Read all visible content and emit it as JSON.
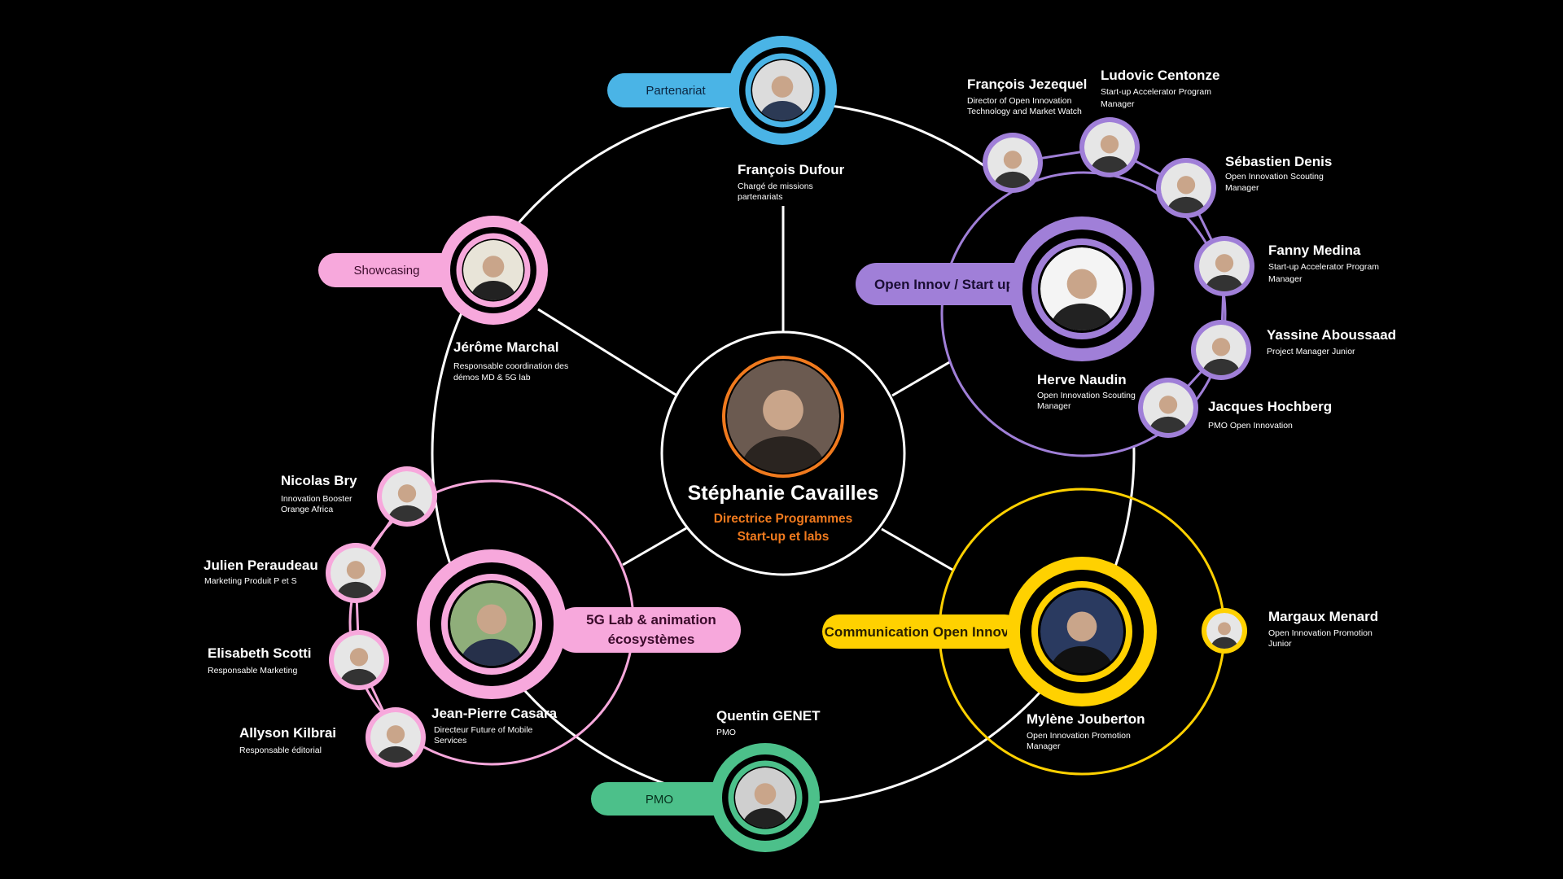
{
  "colors": {
    "partenariat": "#4ab4e6",
    "pink": "#f7a8dc",
    "purple": "#a07fd8",
    "yellow": "#ffd100",
    "green": "#4cc08a",
    "orange": "#f07a1e"
  },
  "center": {
    "name": "Stéphanie Cavailles",
    "title_line1": "Directrice Programmes",
    "title_line2": "Start-up et labs"
  },
  "teams": {
    "partenariat": {
      "label": "Partenariat",
      "lead": {
        "name": "François Dufour",
        "role1": "Chargé de missions",
        "role2": "partenariats"
      }
    },
    "showcasing": {
      "label": "Showcasing",
      "lead": {
        "name": "Jérôme Marchal",
        "role1": "Responsable coordination des",
        "role2": "démos MD & 5G lab"
      }
    },
    "open_innov": {
      "label": "Open Innov / Start up",
      "lead": {
        "name": "Herve Naudin",
        "role1": "Open Innovation Scouting",
        "role2": "Manager"
      },
      "members": [
        {
          "name": "François Jezequel",
          "role1": "Director of Open Innovation",
          "role2": "Technology and Market Watch"
        },
        {
          "name": "Ludovic Centonze",
          "role1": "Start-up Accelerator Program",
          "role2": "Manager"
        },
        {
          "name": "Sébastien Denis",
          "role1": "Open Innovation Scouting",
          "role2": "Manager"
        },
        {
          "name": "Fanny Medina",
          "role1": "Start-up Accelerator Program",
          "role2": "Manager"
        },
        {
          "name": "Yassine Aboussaad",
          "role1": "Project Manager Junior"
        },
        {
          "name": "Jacques Hochberg",
          "role1": "PMO Open Innovation"
        }
      ]
    },
    "lab5g": {
      "label_line1": "5G Lab & animation",
      "label_line2": "écosystèmes",
      "lead": {
        "name": "Jean-Pierre Casara",
        "role1": "Directeur Future of Mobile",
        "role2": "Services"
      },
      "members": [
        {
          "name": "Nicolas Bry",
          "role1": "Innovation Booster",
          "role2": "Orange Africa"
        },
        {
          "name": "Julien Peraudeau",
          "role1": "Marketing Produit P et S"
        },
        {
          "name": "Elisabeth Scotti",
          "role1": "Responsable Marketing"
        },
        {
          "name": "Allyson Kilbrai",
          "role1": "Responsable éditorial"
        }
      ]
    },
    "communication": {
      "label": "Communication Open Innov",
      "lead": {
        "name": "Mylène Jouberton",
        "role1": "Open Innovation Promotion",
        "role2": "Manager"
      },
      "members": [
        {
          "name": "Margaux Menard",
          "role1": "Open Innovation Promotion",
          "role2": "Junior"
        }
      ]
    },
    "pmo": {
      "label": "PMO",
      "lead": {
        "name": "Quentin GENET",
        "role1": "PMO"
      }
    }
  }
}
